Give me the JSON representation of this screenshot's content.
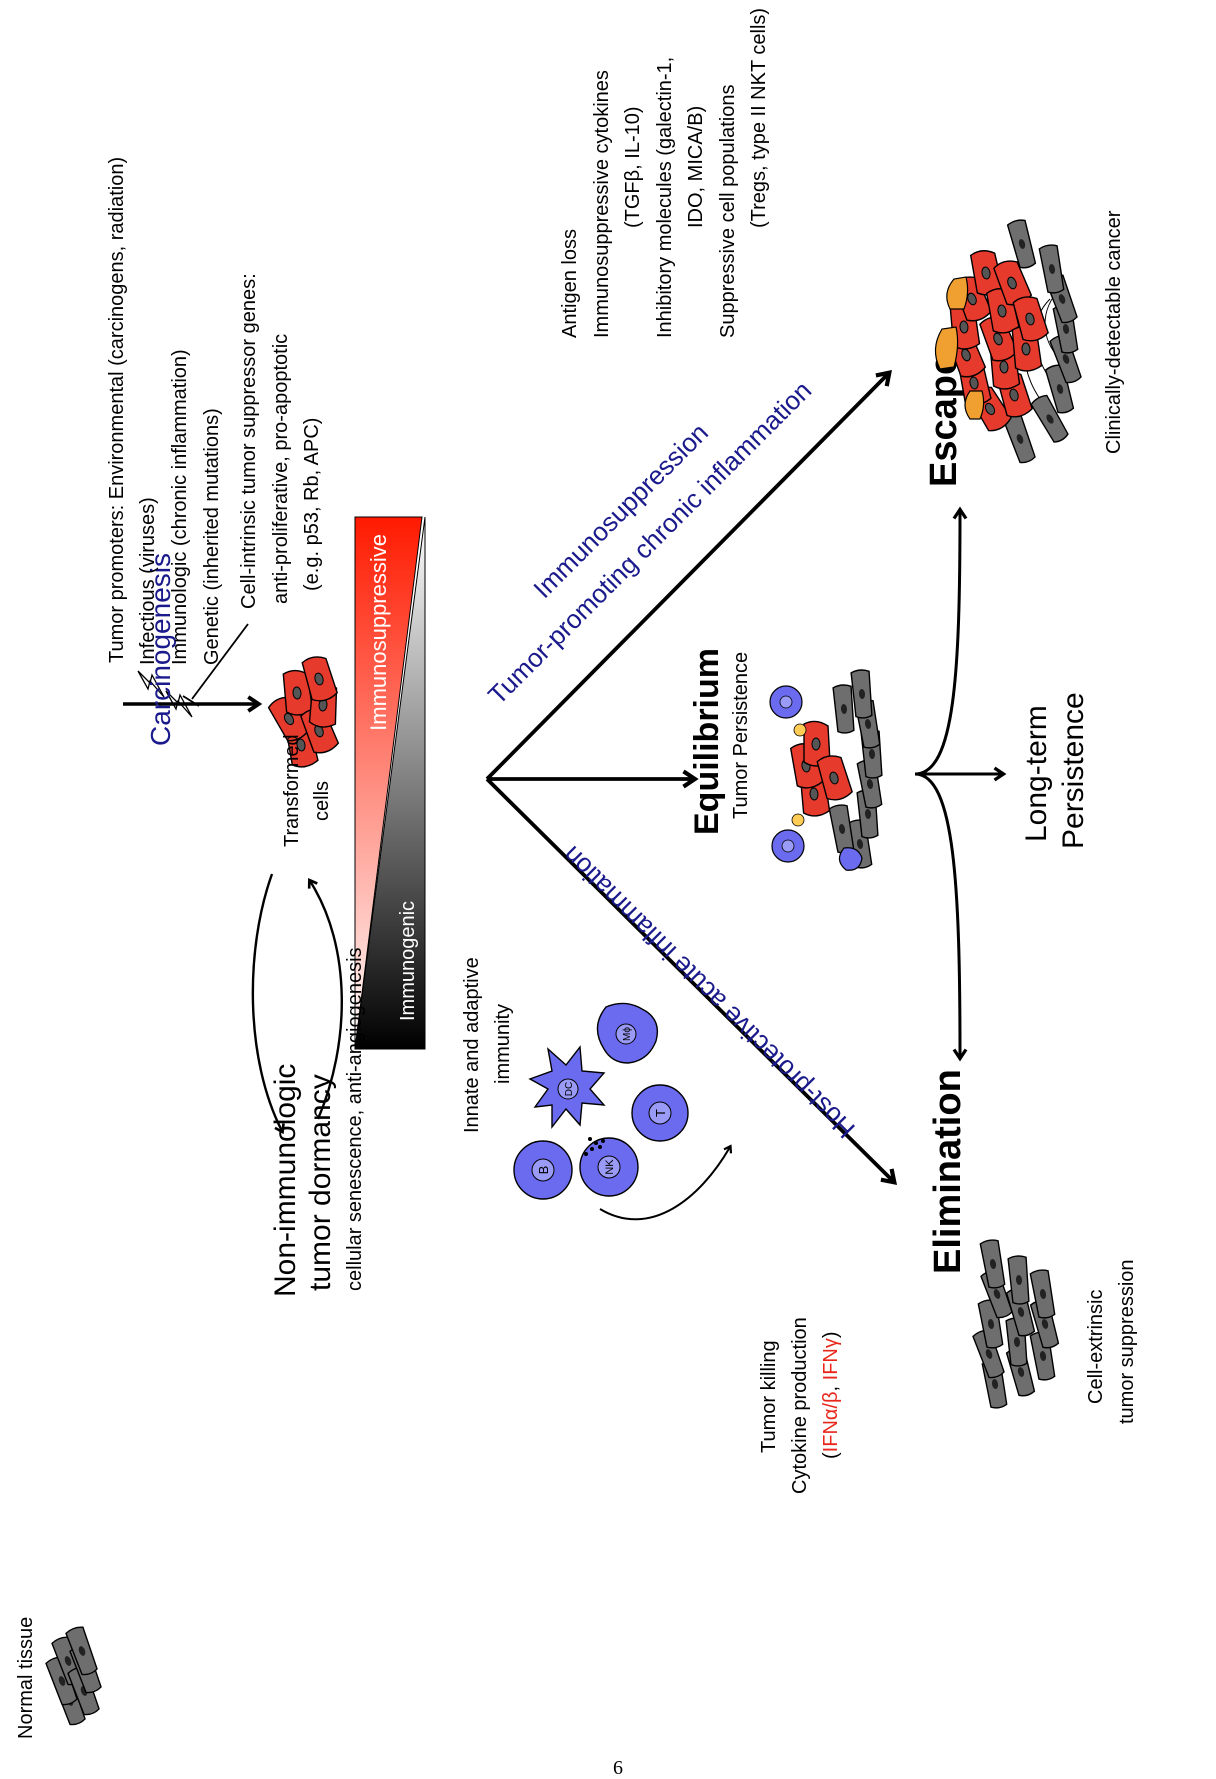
{
  "normal_tissue": "Normal tissue",
  "carcinogenesis": "Carcinogenesis",
  "tumor_promoters": {
    "line1": "Tumor promoters: Environmental (carcinogens, radiation)",
    "line2": "Infectious (viruses)",
    "line3": "Immunologic (chronic inflammation)",
    "line4": "Genetic (inherited mutations)"
  },
  "suppressor_genes": {
    "line1": "Cell-intrinsic tumor suppressor genes:",
    "line2": "anti-proliferative, pro-apoptotic",
    "line3": "(e.g. p53, Rb, APC)"
  },
  "transformed_cells": {
    "line1": "Transformed",
    "line2": "cells"
  },
  "gradient": {
    "immunosuppressive": "Immunosuppressive",
    "immunogenic": "Immunogenic"
  },
  "dormancy": {
    "line1": "Non-immunologic",
    "line2": "tumor dormancy",
    "line3": "cellular senescence, anti-angiogenesis"
  },
  "innate_immunity": {
    "line1": "Innate and adaptive",
    "line2": "immunity"
  },
  "tumor_killing": {
    "line1": "Tumor killing",
    "line2": "Cytokine production",
    "line3_open": "(",
    "line3_ifn1": "IFNα/β",
    "line3_sep": ", ",
    "line3_ifn2": "IFNγ",
    "line3_close": ")"
  },
  "cell_labels": {
    "b": "B",
    "nk": "NK",
    "dc": "DC",
    "t": "T",
    "mphi": "Mϕ"
  },
  "arrows": {
    "immunosuppression": "Immunosuppression",
    "tumor_promoting": "Tumor-promoting chronic inflammation",
    "host_protective": "Host-protective acute inflammation"
  },
  "equilibrium": {
    "title": "Equilibrium",
    "subtitle": "Tumor Persistence"
  },
  "elimination": {
    "title": "Elimination",
    "sub1": "Cell-extrinsic",
    "sub2": "tumor suppression"
  },
  "escape": {
    "title": "Escape",
    "sub": "Clinically-detectable cancer",
    "mech1": "Antigen loss",
    "mech2": "Immunosuppressive cytokines",
    "mech3": "(TGFβ, IL-10)",
    "mech4": "Inhibitory molecules (galectin-1,",
    "mech5": "IDO, MICA/B)",
    "mech6": "Suppressive cell populations",
    "mech7": "(Tregs, type II NKT cells)"
  },
  "long_term": {
    "line1": "Long-term",
    "line2": "Persistence"
  },
  "page_number": "6",
  "colors": {
    "blue_text": "#1a1a8c",
    "red_text": "#e8261a",
    "tumor_red": "#e53a2c",
    "immune_blue": "#6b6bf0",
    "normal_gray": "#6e6e6e"
  }
}
